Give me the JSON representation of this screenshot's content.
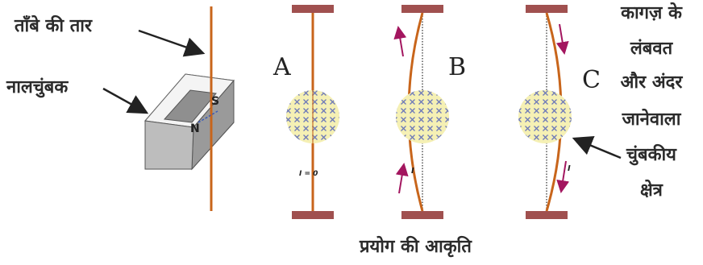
{
  "labels": {
    "copper_wire": "ताँबे की तार",
    "horseshoe_magnet": "नालचुंबक",
    "caption": "प्रयोग की आकृति",
    "field_line1": "कागज़ के",
    "field_line2": "लंबवत",
    "field_line3": "और अंदर",
    "field_line4": "जानेवाला",
    "field_line5": "चुंबकीय",
    "field_line6": "क्षेत्र"
  },
  "panels": {
    "a": "A",
    "b": "B",
    "c": "C"
  },
  "annotations": {
    "current_zero": "I = 0",
    "current_b": "I",
    "current_c": "I",
    "pole_s": "S",
    "pole_n": "N"
  },
  "colors": {
    "wire": "#c8651b",
    "clamp": "#a0504f",
    "arrow": "#a3165f",
    "field_circle": "#f5f0b4",
    "field_cross": "#6c78b8",
    "magnet": "#8c8c8c"
  }
}
